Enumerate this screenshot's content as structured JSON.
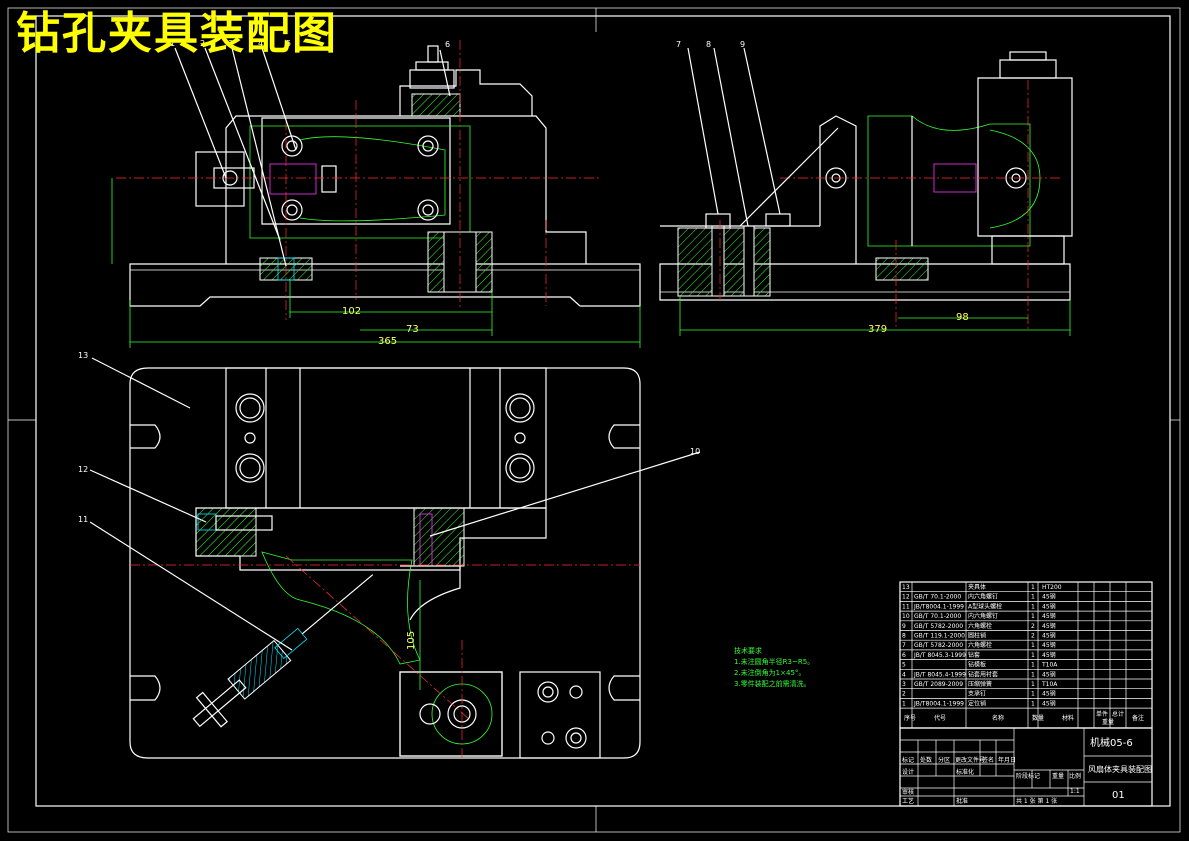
{
  "title": "钻孔夹具装配图",
  "balloons": [
    "13",
    "12",
    "11",
    "10",
    "9",
    "8",
    "7",
    "6",
    "5",
    "4",
    "3",
    "2",
    "1"
  ],
  "balloon_nums": {
    "b1": "1",
    "b2": "2",
    "b3": "3",
    "b4": "4",
    "b5": "5",
    "b6": "6",
    "b7": "7",
    "b8": "8",
    "b9": "9",
    "b10": "10",
    "b11": "11",
    "b12": "12",
    "b13": "13"
  },
  "dimensions": {
    "d102": "102",
    "d73": "73",
    "d365": "365",
    "d379": "379",
    "d98": "98",
    "d105": "105"
  },
  "tech_req": {
    "heading": "技术要求",
    "line1": "1.未注圆角半径R3~R5。",
    "line2": "2.未注倒角为1×45°。",
    "line3": "3.零件装配之前需清洗。"
  },
  "bom_headers": {
    "seq": "序号",
    "code": "代号",
    "name": "名称",
    "qty": "数量",
    "material": "材料",
    "single": "单件",
    "total": "总计",
    "weight": "重量",
    "remark": "备注"
  },
  "bom_rows": [
    {
      "no": "13",
      "code": "",
      "name": "夹具体",
      "qty": "1",
      "mat": "HT200"
    },
    {
      "no": "12",
      "code": "GB/T 70.1-2000",
      "name": "内六角螺钉",
      "qty": "1",
      "mat": "45钢"
    },
    {
      "no": "11",
      "code": "JB/T8004.1-1999",
      "name": "A型球头螺栓",
      "qty": "1",
      "mat": "45钢"
    },
    {
      "no": "10",
      "code": "GB/T 70.1-2000",
      "name": "内六角螺钉",
      "qty": "1",
      "mat": "45钢"
    },
    {
      "no": "9",
      "code": "GB/T 5782-2000",
      "name": "六角螺栓",
      "qty": "2",
      "mat": "45钢"
    },
    {
      "no": "8",
      "code": "GB/T 119.1-2000",
      "name": "圆柱销",
      "qty": "2",
      "mat": "45钢"
    },
    {
      "no": "7",
      "code": "GB/T 5782-2000",
      "name": "六角螺栓",
      "qty": "1",
      "mat": "45钢"
    },
    {
      "no": "6",
      "code": "JB/T 8045.3-1999",
      "name": "钻套",
      "qty": "1",
      "mat": "45钢"
    },
    {
      "no": "5",
      "code": "",
      "name": "钻模板",
      "qty": "1",
      "mat": "T10A"
    },
    {
      "no": "4",
      "code": "JB/T 8045.4-1999",
      "name": "钻套用衬套",
      "qty": "1",
      "mat": "45钢"
    },
    {
      "no": "3",
      "code": "GB/T 2089-2009",
      "name": "压缩弹簧",
      "qty": "1",
      "mat": "T10A"
    },
    {
      "no": "2",
      "code": "",
      "name": "支承钉",
      "qty": "1",
      "mat": "45钢"
    },
    {
      "no": "1",
      "code": "JB/T8004.1-1999",
      "name": "定位销",
      "qty": "1",
      "mat": "45钢"
    }
  ],
  "title_block": {
    "school": "机械05-6",
    "drawing_name": "风扇体夹具装配图",
    "drawing_no": "01",
    "row_mark": "标记",
    "row_count": "处数",
    "row_zone": "分区",
    "row_change": "更改文件号",
    "row_sign": "签名",
    "row_date": "年月日",
    "design": "设计",
    "check": "审核",
    "process": "工艺",
    "approve": "批准",
    "stage": "阶段标记",
    "weight": "重量",
    "scale": "比例",
    "scale_val": "1:1",
    "sheets": "共 1 张 第 1 张",
    "std": "标准化"
  }
}
